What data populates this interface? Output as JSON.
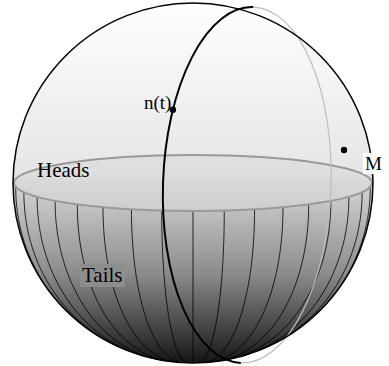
{
  "diagram": {
    "labels": [
      "n(t)",
      "Heads",
      "M",
      "Tails"
    ]
  }
}
